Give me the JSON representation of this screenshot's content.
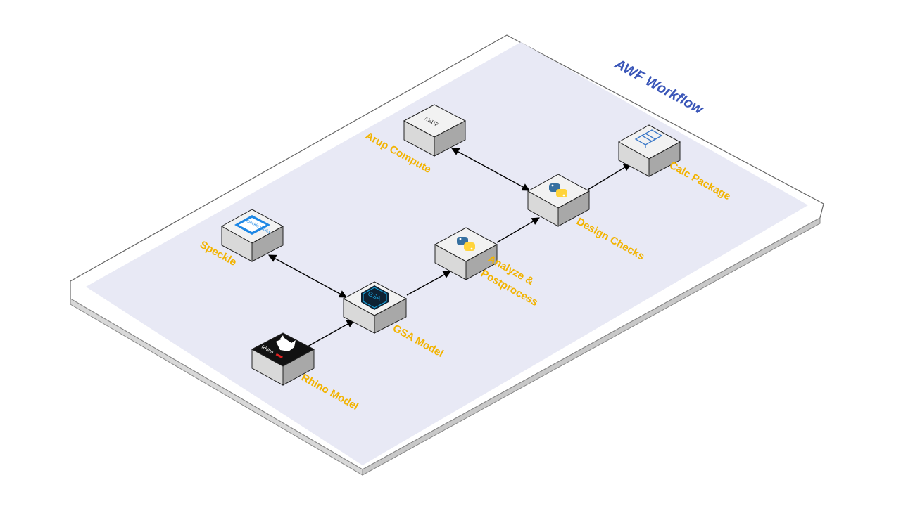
{
  "diagram": {
    "title": "AWF Workflow",
    "nodes": {
      "arup_compute": {
        "label": "Arup Compute",
        "icon": "arup-logo-icon",
        "logo_text": "ARUP"
      },
      "speckle": {
        "label": "Speckle",
        "icon": "speckle-icon",
        "logo_text": "Speckle Works"
      },
      "gsa_model": {
        "label": "GSA Model",
        "icon": "gsa-icon",
        "logo_text": "GSA"
      },
      "rhino_model": {
        "label": "Rhino Model",
        "icon": "rhino-icon",
        "logo_text": "Rhino"
      },
      "analyze": {
        "label_line1": "Analyze &",
        "label_line2": "Postprocess",
        "icon": "python-icon"
      },
      "design_checks": {
        "label": "Design Checks",
        "icon": "python-icon"
      },
      "calc_package": {
        "label": "Calc Package",
        "icon": "calc-package-icon"
      }
    },
    "edges": [
      {
        "from": "speckle",
        "to": "gsa_model",
        "direction": "both"
      },
      {
        "from": "rhino_model",
        "to": "gsa_model",
        "direction": "forward"
      },
      {
        "from": "gsa_model",
        "to": "analyze",
        "direction": "forward"
      },
      {
        "from": "analyze",
        "to": "design_checks",
        "direction": "forward"
      },
      {
        "from": "arup_compute",
        "to": "design_checks",
        "direction": "both"
      },
      {
        "from": "design_checks",
        "to": "calc_package",
        "direction": "forward"
      }
    ],
    "colors": {
      "label": "#f2b300",
      "title": "#3a56b8",
      "panel": "#e8e9f5",
      "python_blue": "#3670a0",
      "python_yellow": "#ffd43b",
      "gsa_blue": "#1aa0d8",
      "speckle_blue": "#1e88e5"
    }
  }
}
